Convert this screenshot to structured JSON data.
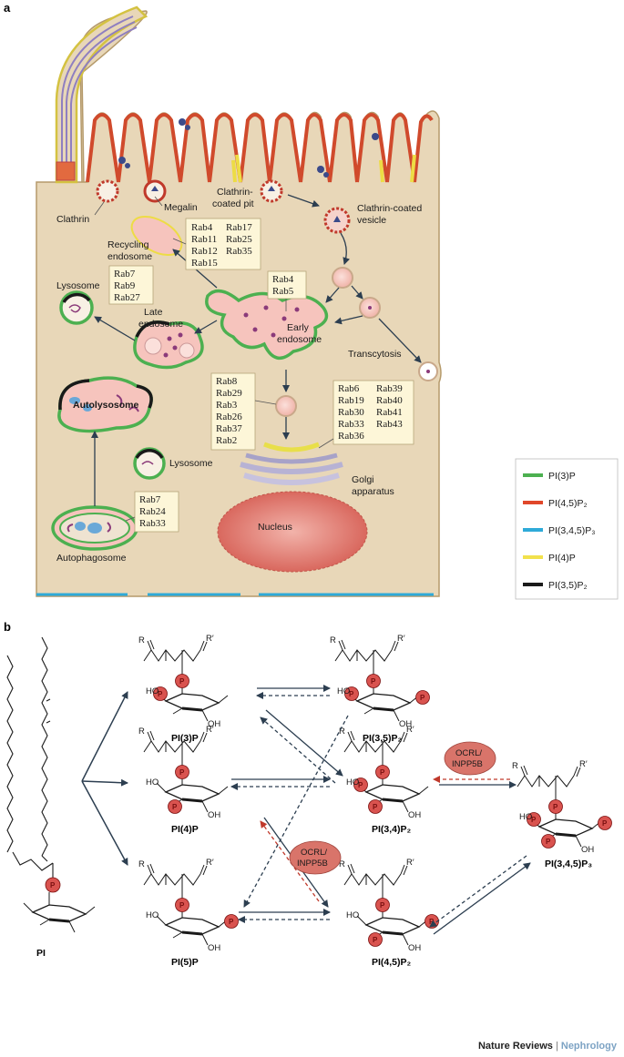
{
  "panel_a": {
    "label": "a",
    "labels": {
      "clathrin": "Clathrin",
      "megalin": "Megalin",
      "pit1": "Clathrin-",
      "pit2": "coated pit",
      "vesicle1": "Clathrin-coated",
      "vesicle2": "vesicle",
      "recycling1": "Recycling",
      "recycling2": "endosome",
      "lysosome_top": "Lysosome",
      "late1": "Late",
      "late2": "endosome",
      "early1": "Early",
      "early2": "endosome",
      "transcytosis": "Transcytosis",
      "autolysosome": "Autolysosome",
      "lysosome_mid": "Lysosome",
      "golgi1": "Golgi",
      "golgi2": "apparatus",
      "nucleus": "Nucleus",
      "autophagosome": "Autophagosome"
    },
    "rab_boxes": {
      "recycling_col1": [
        "Rab4",
        "Rab11",
        "Rab12",
        "Rab15"
      ],
      "recycling_col2": [
        "Rab17",
        "Rab25",
        "Rab35"
      ],
      "late": [
        "Rab7",
        "Rab9",
        "Rab27"
      ],
      "early": [
        "Rab4",
        "Rab5"
      ],
      "golgi_list": [
        "Rab8",
        "Rab29",
        "Rab3",
        "Rab26",
        "Rab37",
        "Rab2"
      ],
      "golgi_col1": [
        "Rab6",
        "Rab19",
        "Rab30",
        "Rab33",
        "Rab36"
      ],
      "golgi_col2": [
        "Rab39",
        "Rab40",
        "Rab41",
        "Rab43"
      ],
      "autophagosome": [
        "Rab7",
        "Rab24",
        "Rab33"
      ]
    },
    "legend": [
      {
        "label": "PI(3)P",
        "color": "#4cb050"
      },
      {
        "label": "PI(4,5)P₂",
        "color": "#e0472a"
      },
      {
        "label": "PI(3,4,5)P₃",
        "color": "#2eaad8"
      },
      {
        "label": "PI(4)P",
        "color": "#f2e14c"
      },
      {
        "label": "PI(3,5)P₂",
        "color": "#1a1a1a"
      }
    ]
  },
  "panel_b": {
    "label": "b",
    "substituents": {
      "r": "R",
      "r_prime": "R′",
      "ho": "HO",
      "oh": "OH",
      "phosphate": "P"
    },
    "molecules": {
      "pi": "PI",
      "pi3p": "PI(3)P",
      "pi35p2": "PI(3,5)P₂",
      "pi4p": "PI(4)P",
      "pi34p2": "PI(3,4)P₂",
      "pi345p3": "PI(3,4,5)P₃",
      "pi5p": "PI(5)P",
      "pi45p2": "PI(4,5)P₂"
    },
    "enzymes": {
      "upper": [
        "OCRL/",
        "INPP5B"
      ],
      "lower": [
        "OCRL/",
        "INPP5B"
      ]
    }
  },
  "footer": {
    "journal": "Nature Reviews",
    "separator": "|",
    "section": "Nephrology"
  },
  "colors": {
    "cell_fill": "#e8d7b8",
    "membrane": "#c0392b",
    "endosome_fill": "#f6c4bd",
    "nucleus_fill": "#e07e74",
    "phosphate_fill": "#d9534f",
    "arrow": "#2c3e50",
    "enzyme_arrow": "#c0392b"
  }
}
